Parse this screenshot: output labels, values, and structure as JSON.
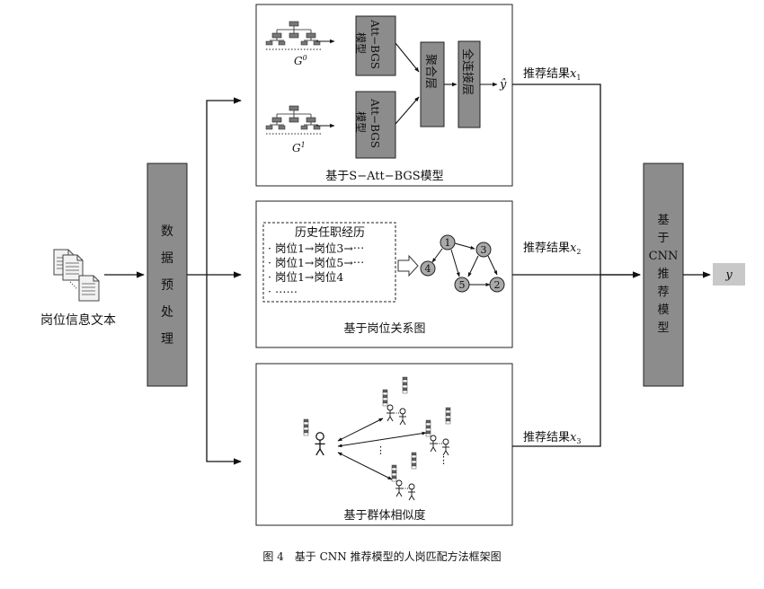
{
  "input": {
    "label": "岗位信息文本"
  },
  "preprocess": {
    "label": "数据预处理"
  },
  "branches": {
    "s_att_bgs": {
      "caption": "基于S−Att−BGS模型",
      "graph_label_0": "G",
      "graph_label_0_sup": "0",
      "graph_label_1": "G",
      "graph_label_1_sup": "1",
      "model_label": "Att−BGS模型",
      "model_label_line1": "Att−BGS",
      "model_label_line2": "模型",
      "aggregation": "聚合层",
      "fully_connected": "全连接层",
      "output": "ŷ",
      "result": "推荐结果",
      "result_sub": "1"
    },
    "job_relation": {
      "caption": "基于岗位关系图",
      "history_title": "历史任职经历",
      "history_items": [
        "岗位1→岗位3→⋯",
        "岗位1→岗位5→⋯",
        "岗位1→岗位4",
        "⋯⋯"
      ],
      "nodes": [
        "1",
        "3",
        "4",
        "5",
        "2"
      ],
      "result": "推荐结果",
      "result_sub": "2"
    },
    "group_similarity": {
      "caption": "基于群体相似度",
      "result": "推荐结果",
      "result_sub": "3"
    }
  },
  "cnn": {
    "label": "基于CNN推荐模型",
    "lines": [
      "基",
      "于",
      "CNN",
      "推",
      "荐",
      "模",
      "型"
    ]
  },
  "final_output": {
    "label": "y"
  },
  "figure_caption": "图 4　基于 CNN 推荐模型的人岗匹配方法框架图",
  "colors": {
    "box_fill": "#8c8c8c",
    "node_fill": "#a9a9a9",
    "output_fill": "#c8c8c8",
    "line": "#111111"
  }
}
